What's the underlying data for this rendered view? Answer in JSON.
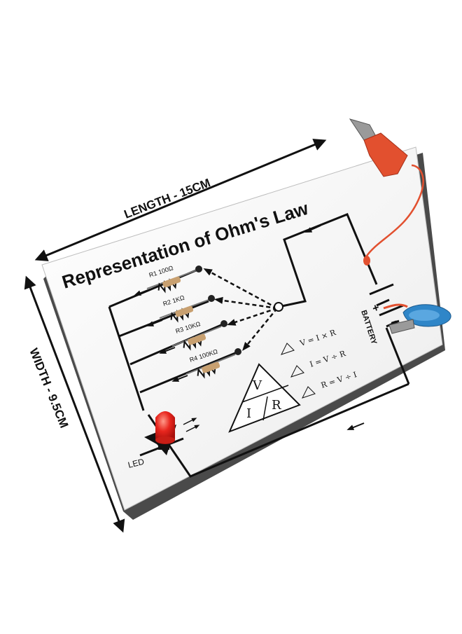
{
  "dimensions": {
    "length_label": "LENGTH - 15CM",
    "width_label": "WIDTH - 9.5CM"
  },
  "board": {
    "title": "Representation of Ohm's Law",
    "resistors": [
      {
        "label": "R1 100Ω"
      },
      {
        "label": "R2 1KΩ"
      },
      {
        "label": "R3 10KΩ"
      },
      {
        "label": "R4 100KΩ"
      }
    ],
    "led_label": "LED",
    "battery_label": "BATTERY",
    "battery_plus": "+",
    "battery_minus": "−",
    "formulas": [
      "V = I × R",
      "I = V ÷ R",
      "R = V ÷ I"
    ],
    "triangle": {
      "v": "V",
      "i": "I",
      "r": "R"
    }
  },
  "colors": {
    "board": "#f7f7f7",
    "edge": "#3a3a3a",
    "wire": "#111111",
    "led": "#e8261e",
    "clip_red": "#e2502f",
    "clip_blue": "#2f86c8"
  }
}
